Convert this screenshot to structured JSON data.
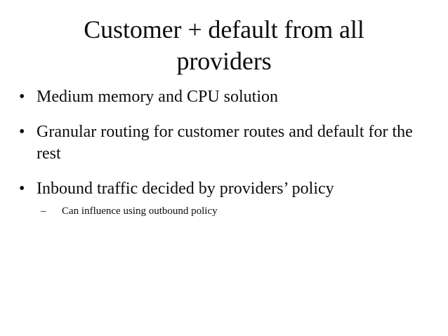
{
  "slide": {
    "background_color": "#ffffff",
    "text_color": "#0d0d0d",
    "title": "Customer + default from all\nproviders",
    "bullets": [
      {
        "marker": "•",
        "text": "Medium memory and CPU solution",
        "sub_items": []
      },
      {
        "marker": "•",
        "text": "Granular routing for customer routes and default for the rest",
        "sub_items": []
      },
      {
        "marker": "•",
        "text": "Inbound traffic decided by providers’ policy",
        "sub_items": [
          {
            "marker": "–",
            "text": "Can influence using outbound policy"
          }
        ]
      }
    ]
  }
}
